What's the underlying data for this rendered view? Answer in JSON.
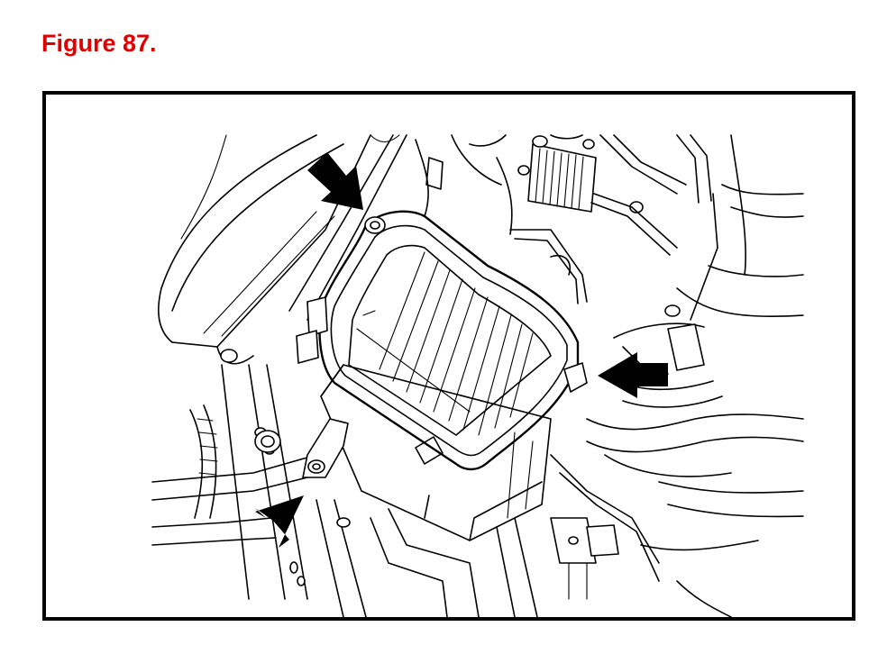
{
  "figure": {
    "caption": "Figure 87.",
    "caption_color": "#e00000"
  },
  "illustration": {
    "arrows": [
      {
        "name": "arrow-top-left",
        "direction": "down-right"
      },
      {
        "name": "arrow-right",
        "direction": "left"
      },
      {
        "name": "arrow-bottom-left",
        "direction": "up-right"
      }
    ]
  }
}
